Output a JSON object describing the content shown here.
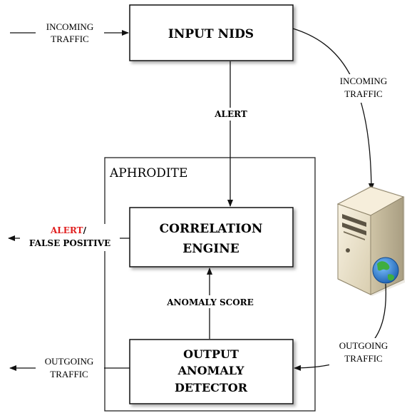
{
  "input_nids": {
    "label": "INPUT NIDS"
  },
  "aphrodite": {
    "label": "APHRODITE"
  },
  "correlation_engine": {
    "line1": "CORRELATION",
    "line2": "ENGINE"
  },
  "output_detector": {
    "line1": "OUTPUT",
    "line2": "ANOMALY",
    "line3": "DETECTOR"
  },
  "labels": {
    "incoming_left_1": "INCOMING",
    "incoming_left_2": "TRAFFIC",
    "incoming_right_1": "INCOMING",
    "incoming_right_2": "TRAFFIC",
    "alert": "ALERT",
    "alert_red": "ALERT",
    "alert_slash": "/",
    "false_positive": "FALSE POSITIVE",
    "anomaly_score": "ANOMALY SCORE",
    "outgoing_right_1": "OUTGOING",
    "outgoing_right_2": "TRAFFIC",
    "outgoing_left_1": "OUTGOING",
    "outgoing_left_2": "TRAFFIC"
  },
  "colors": {
    "alert_red": "#e02020",
    "server_body": "#efe6cf",
    "globe_blue": "#2a7fd1",
    "globe_green": "#3fae3f"
  },
  "icons": {
    "server": "server-icon",
    "globe": "globe-icon"
  }
}
